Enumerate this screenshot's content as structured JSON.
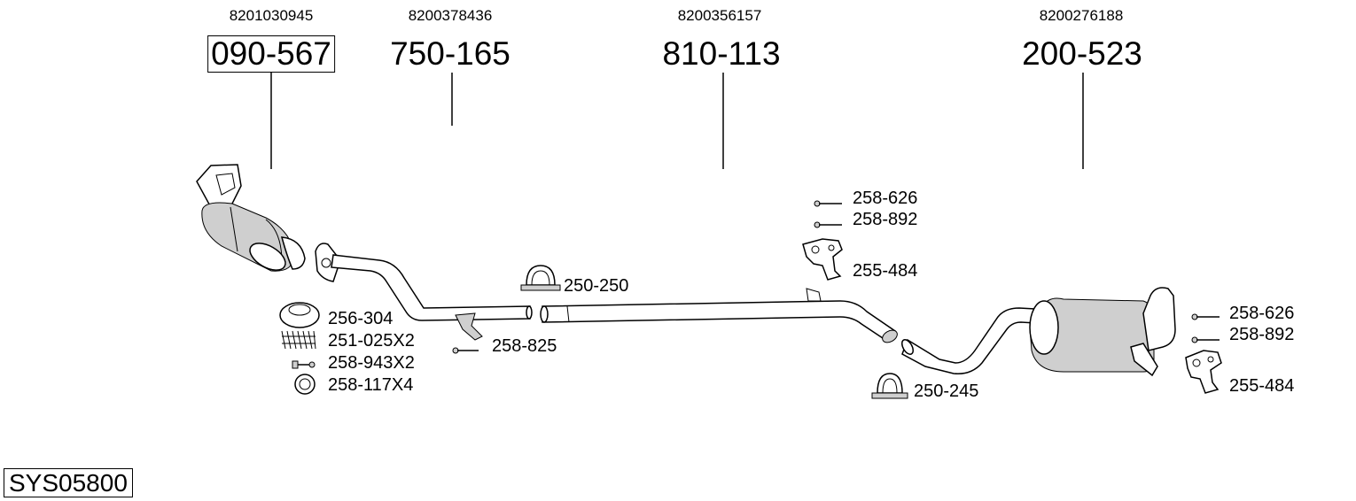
{
  "oem_numbers": [
    "8201030945",
    "8200378436",
    "8200356157",
    "8200276188"
  ],
  "main_parts": [
    "090-567",
    "750-165",
    "810-113",
    "200-523"
  ],
  "small_parts": {
    "gasket": "256-304",
    "spring": "251-025X2",
    "bolt": "258-943X2",
    "ring": "258-117X4",
    "hanger_bolt_mid": "258-825",
    "clamp_front": "250-250",
    "clamp_rear": "250-245",
    "bolt_top_a": "258-626",
    "bolt_top_b": "258-892",
    "mount_top": "255-484",
    "bolt_right_a": "258-626",
    "bolt_right_b": "258-892",
    "mount_right": "255-484"
  },
  "system_code": "SYS05800"
}
